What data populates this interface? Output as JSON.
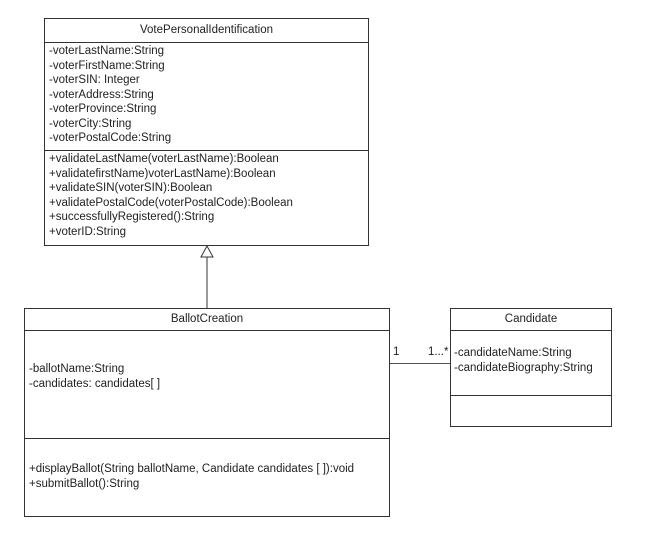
{
  "classes": {
    "vote_personal_identification": {
      "name": "VotePersonalIdentification",
      "attributes": [
        "-voterLastName:String",
        "-voterFirstName:String",
        "-voterSIN: Integer",
        "-voterAddress:String",
        "-voterProvince:String",
        "-voterCity:String",
        "-voterPostalCode:String"
      ],
      "methods": [
        "+validateLastName(voterLastName):Boolean",
        "+validatefirstName)voterLastName):Boolean",
        "+validateSIN(voterSIN):Boolean",
        "+validatePostalCode(voterPostalCode):Boolean",
        "+successfullyRegistered():String",
        "+voterID:String"
      ]
    },
    "ballot_creation": {
      "name": "BallotCreation",
      "attributes": [
        "-ballotName:String",
        "-candidates: candidates[ ]"
      ],
      "methods": [
        "+displayBallot(String ballotName, Candidate candidates [ ]):void",
        "+submitBallot():String"
      ]
    },
    "candidate": {
      "name": "Candidate",
      "attributes": [
        "-candidateName:String",
        "-candidateBiography:String"
      ],
      "methods": []
    }
  },
  "relationships": [
    {
      "type": "generalization",
      "from": "BallotCreation",
      "to": "VotePersonalIdentification"
    },
    {
      "type": "association",
      "from": "BallotCreation",
      "to": "Candidate",
      "source_multiplicity": "1",
      "target_multiplicity": "1...*"
    }
  ]
}
